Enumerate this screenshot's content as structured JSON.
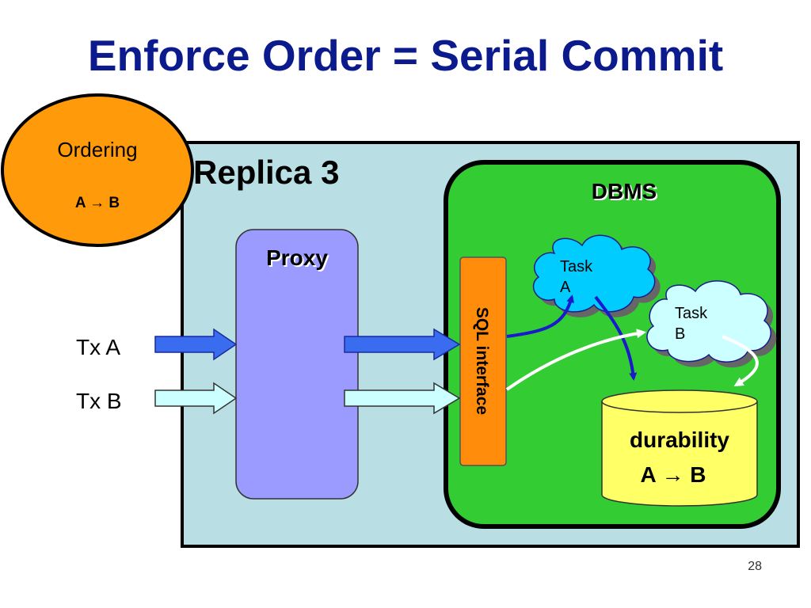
{
  "slide": {
    "title": "Enforce Order = Serial Commit",
    "page_number": "28"
  },
  "ordering": {
    "label": "Ordering",
    "sequence": "A → B"
  },
  "replica": {
    "label": "Replica 3"
  },
  "proxy": {
    "label": "Proxy"
  },
  "dbms": {
    "label": "DBMS",
    "sql_interface": "SQL interface",
    "task_a": [
      "Task",
      "A"
    ],
    "task_b": [
      "Task",
      "B"
    ],
    "durability": {
      "label": "durability",
      "sequence": "A → B"
    }
  },
  "transactions": [
    "Tx A",
    "Tx B"
  ],
  "colors": {
    "title": "#0b1a8c",
    "ordering_fill": "#ff9a0a",
    "replica_fill": "#b9dfe4",
    "proxy_fill": "#9b9bff",
    "dbms_fill": "#33cc33",
    "sql_fill": "#ff8c0a",
    "task_a_fill": "#00ccff",
    "task_b_fill": "#ccffff",
    "durability_fill": "#ffff66",
    "tx_a_arrow": "#3a6cf0",
    "tx_b_arrow": "#ccffff"
  }
}
